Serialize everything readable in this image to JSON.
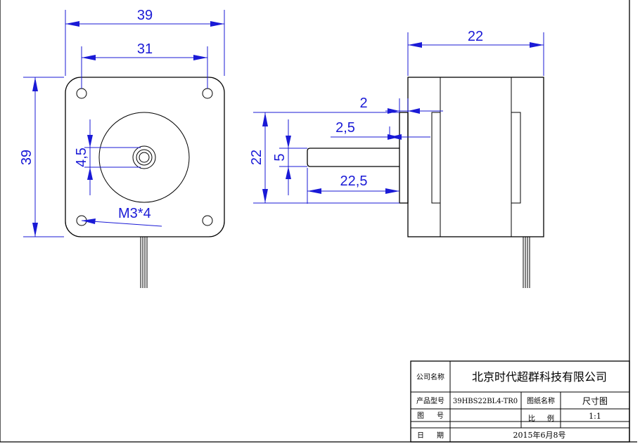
{
  "dimensions": {
    "front_width_overall": "39",
    "front_hole_spacing": "31",
    "front_height_overall": "39",
    "shaft_diameter_front": "4,5",
    "mount_holes": "M3*4",
    "side_length": "22",
    "boss_thickness": "2",
    "shaft_flat_offset": "2,5",
    "boss_diameter": "22",
    "shaft_diameter_side": "5",
    "shaft_length": "22,5"
  },
  "title_block": {
    "company_label": "公司名称",
    "company_name": "北京时代超群科技有限公司",
    "model_label": "产品型号",
    "model_value": "39HBS22BL4-TR0",
    "drawing_label": "图纸名称",
    "drawing_value": "尺寸图",
    "figure_label_1": "图",
    "figure_label_2": "号",
    "scale_label_1": "比",
    "scale_label_2": "例",
    "scale_value": "1:1",
    "date_label_1": "日",
    "date_label_2": "期",
    "date_value": "2015年6月8号"
  }
}
